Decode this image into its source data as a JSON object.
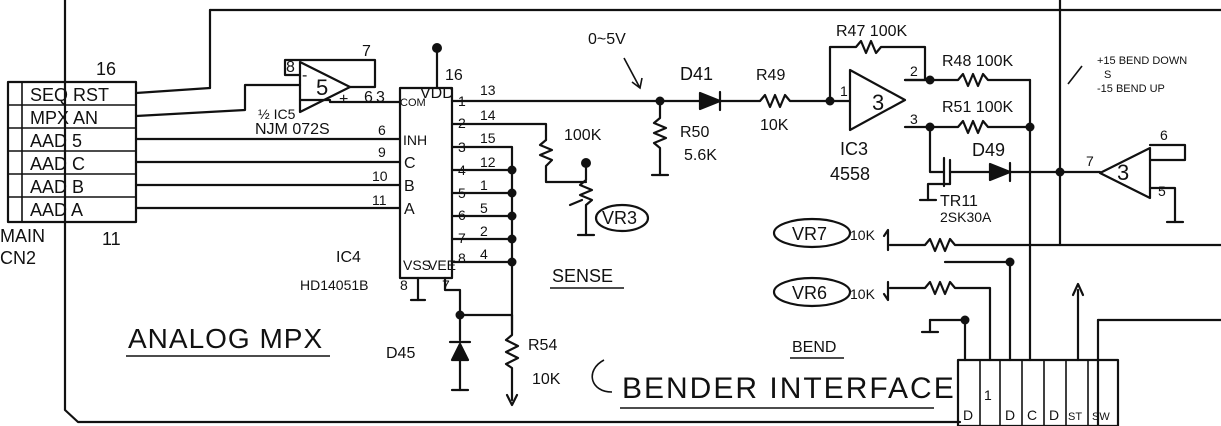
{
  "connector_main": {
    "pins": [
      "SEQ RST",
      "MPX AN",
      "AAD 5",
      "AAD C",
      "AAD B",
      "AAD A"
    ],
    "top_num": "16",
    "bottom_num": "11",
    "name_line1": "MAIN",
    "name_line2": "CN2"
  },
  "ic5": {
    "part": "½ IC5",
    "model": "NJM 072S",
    "unit": "5",
    "pin_out": "7",
    "pin_minus": "8",
    "pin_plus": "6",
    "pin_plus_alt": "3",
    "plus_sign": "+",
    "minus_sign": "-"
  },
  "ic4": {
    "name": "IC4",
    "model": "HD14051B",
    "vdd": "VDD",
    "vdd_pin": "16",
    "com": "COM",
    "inh": "INH",
    "c": "C",
    "b": "B",
    "a": "A",
    "vss": "VSS",
    "vee": "VEE",
    "pin_inh": "6",
    "pin_c": "9",
    "pin_b": "10",
    "pin_a": "11",
    "pins_left_num": [
      "1",
      "2",
      "3",
      "4",
      "5",
      "6",
      "7",
      "8"
    ],
    "pins_right_num": [
      "13",
      "14",
      "15",
      "12",
      "1",
      "5",
      "2",
      "4"
    ],
    "pin_vss": "8",
    "pin_vee": "7"
  },
  "labels": {
    "voltage": "0~5V",
    "d41": "D41",
    "r49": "R49",
    "r49_val": "10K",
    "r50": "R50",
    "r50_val": "5.6K",
    "pot100k": "100K",
    "vr3": "VR3",
    "sense": "SENSE",
    "r47": "R47 100K",
    "r48": "R48 100K",
    "r51": "R51 100K",
    "ic3_unit": "3",
    "ic3_name": "IC3",
    "ic3_model": "4558",
    "ic3_pin1": "1",
    "ic3_pin2": "2",
    "ic3_pin3": "3",
    "d49": "D49",
    "tr11": "TR11",
    "tr11_model": "2SK30A",
    "bend_down": "+15 BEND DOWN",
    "bend_mid": "S",
    "bend_up": "-15 BEND UP",
    "ic_out_unit": "3",
    "ic_out_pin7": "7",
    "ic_out_pin6": "6",
    "ic_out_pin5": "5",
    "vr7": "VR7",
    "vr7_val": "10K",
    "vr6": "VR6",
    "vr6_val": "10K",
    "d45": "D45",
    "r54": "R54",
    "r54_val": "10K",
    "bend": "BEND",
    "section_analog": "ANALOG MPX",
    "section_bender": "BENDER INTERFACE",
    "conn_pins": [
      "D",
      "1",
      "D",
      "C",
      "D",
      "ST",
      "SW"
    ]
  }
}
